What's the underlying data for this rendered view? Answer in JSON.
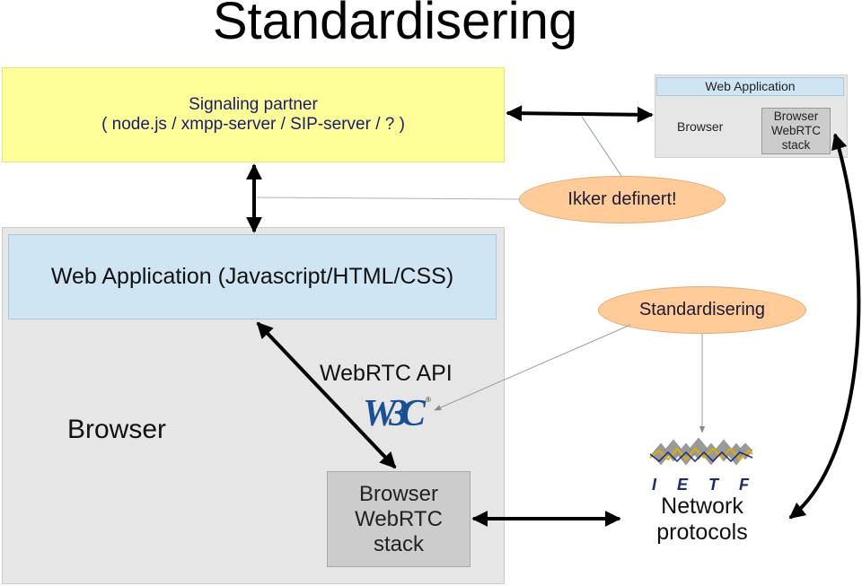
{
  "title": "Standardisering",
  "signaling_partner": {
    "line1": "Signaling partner",
    "line2": "( node.js / xmpp-server / SIP-server / ? )"
  },
  "small_stack": {
    "web_application": "Web Application",
    "browser": "Browser",
    "stack_lines": [
      "Browser",
      "WebRTC",
      "stack"
    ]
  },
  "undefined_bubble": "Ikker definert!",
  "web_application": "Web Application (Javascript/HTML/CSS)",
  "standardisering_bubble": "Standardisering",
  "browser_label": "Browser",
  "webrtc_api": "WebRTC API",
  "w3c_logo": {
    "text": "W3C",
    "mark": "®"
  },
  "browser_webrtc_stack": [
    "Browser",
    "WebRTC",
    "stack"
  ],
  "ietf_logo": {
    "letters": "I E T F"
  },
  "network_protocols": [
    "Network",
    "protocols"
  ],
  "colors": {
    "signaling_fill": "#ffff99",
    "web_app_fill": "#cfe5f3",
    "browser_fill": "#e6e6e6",
    "stack_fill": "#cccccc",
    "bubble_fill": "#ffcc99",
    "ietf_blue": "#1c2a72",
    "ietf_gold": "#e0b000"
  }
}
